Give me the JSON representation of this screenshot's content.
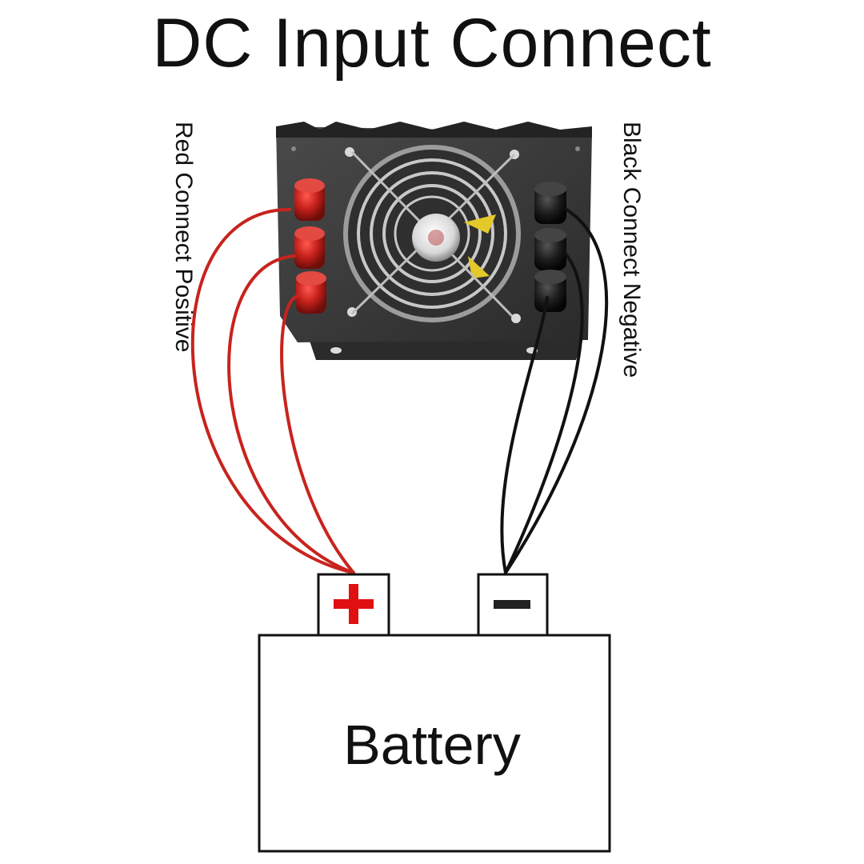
{
  "title": "DC Input Connect",
  "labels": {
    "positive": "Red Connect Positive",
    "negative": "Black Connect Negative"
  },
  "battery": {
    "label": "Battery",
    "positive_symbol": "+",
    "negative_symbol": "−"
  },
  "colors": {
    "positive_wire": "#c8231d",
    "negative_wire": "#111111",
    "plus_sign": "#e01010",
    "inverter_body": "#3a3a3a"
  },
  "icons": {
    "device": "inverter-icon",
    "fan": "cooling-fan-icon",
    "terminal_positive": "red-terminal-icon",
    "terminal_negative": "black-terminal-icon"
  }
}
